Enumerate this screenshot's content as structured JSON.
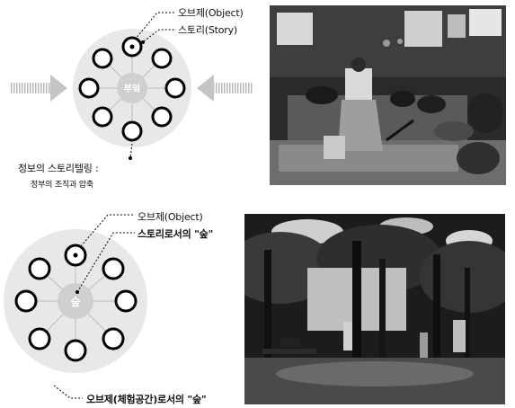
{
  "top": {
    "object_label": "오브제(Object)",
    "story_label": "스토리(Story)",
    "center_text": "부엌",
    "caption_line1": "정보의 스토리텔링 :",
    "caption_line2": "정부의 조직과 압축"
  },
  "bottom": {
    "object_label": "오브제(Object)",
    "story_label": "스토리로서의 \"숲\"",
    "center_text": "숲",
    "caption": "오브제(체험공간)로서의 \"숲\""
  },
  "colors": {
    "halo": "#e6e6e6",
    "center": "#cfcfcf",
    "arrow": "#c4c4c4"
  }
}
